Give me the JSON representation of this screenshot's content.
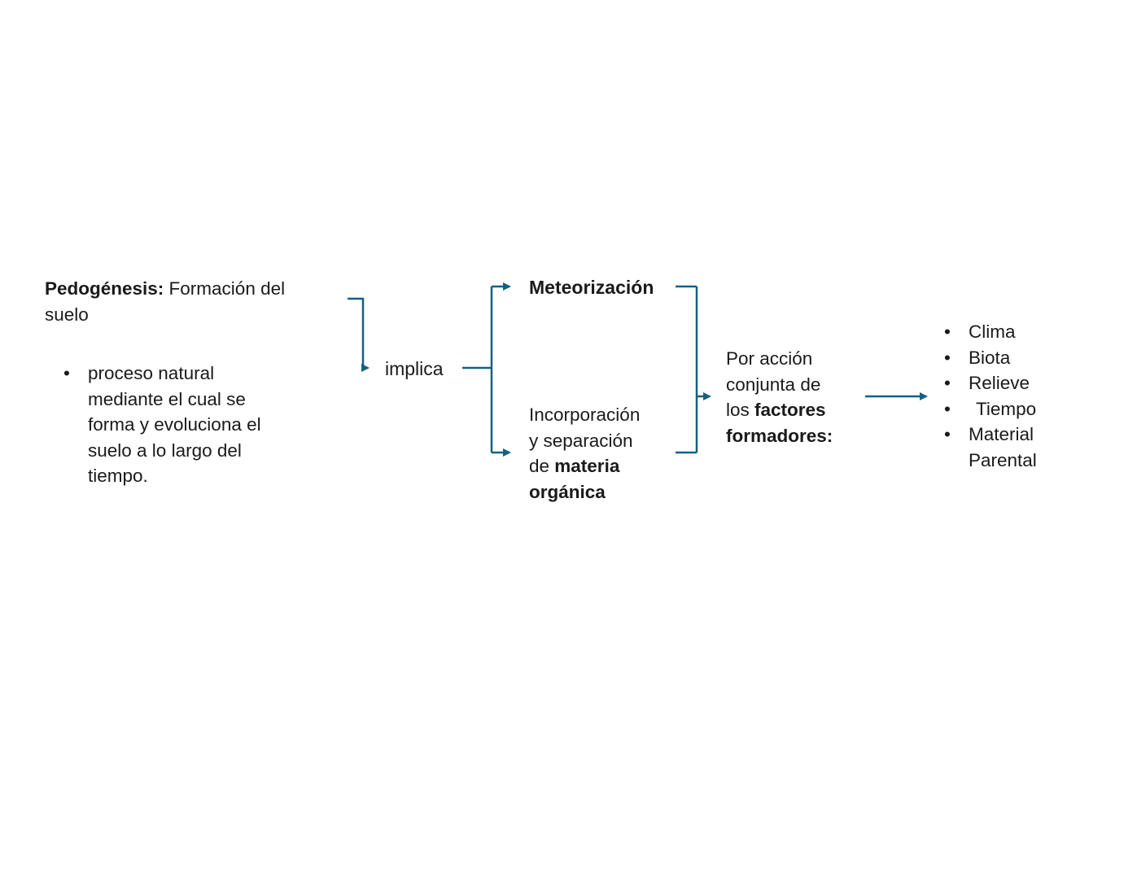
{
  "colors": {
    "accent": "#156082",
    "text": "#1a1a1a",
    "background": "#ffffff"
  },
  "definition": {
    "term_bold": "Pedogénesis:",
    "term_rest": " Formación del suelo",
    "bullet_char": "•",
    "bullet_text": "proceso natural mediante el cual se forma y evoluciona el suelo a lo largo del tiempo."
  },
  "connector_label": "implica",
  "branches": {
    "weathering": "Meteorización",
    "organic": {
      "line1": "Incorporación",
      "line2": "y separación",
      "line3_normal": "de ",
      "line3_bold": "materia",
      "line4_bold": "orgánica"
    }
  },
  "factors": {
    "label": {
      "line1": "Por acción",
      "line2": "conjunta de",
      "line3_normal": "los ",
      "line3_bold": "factores",
      "line4_bold": "formadores:"
    },
    "bullet_char": "•",
    "items": [
      "Clima",
      "Biota",
      "Relieve",
      "Tiempo",
      "Material Parental"
    ]
  }
}
